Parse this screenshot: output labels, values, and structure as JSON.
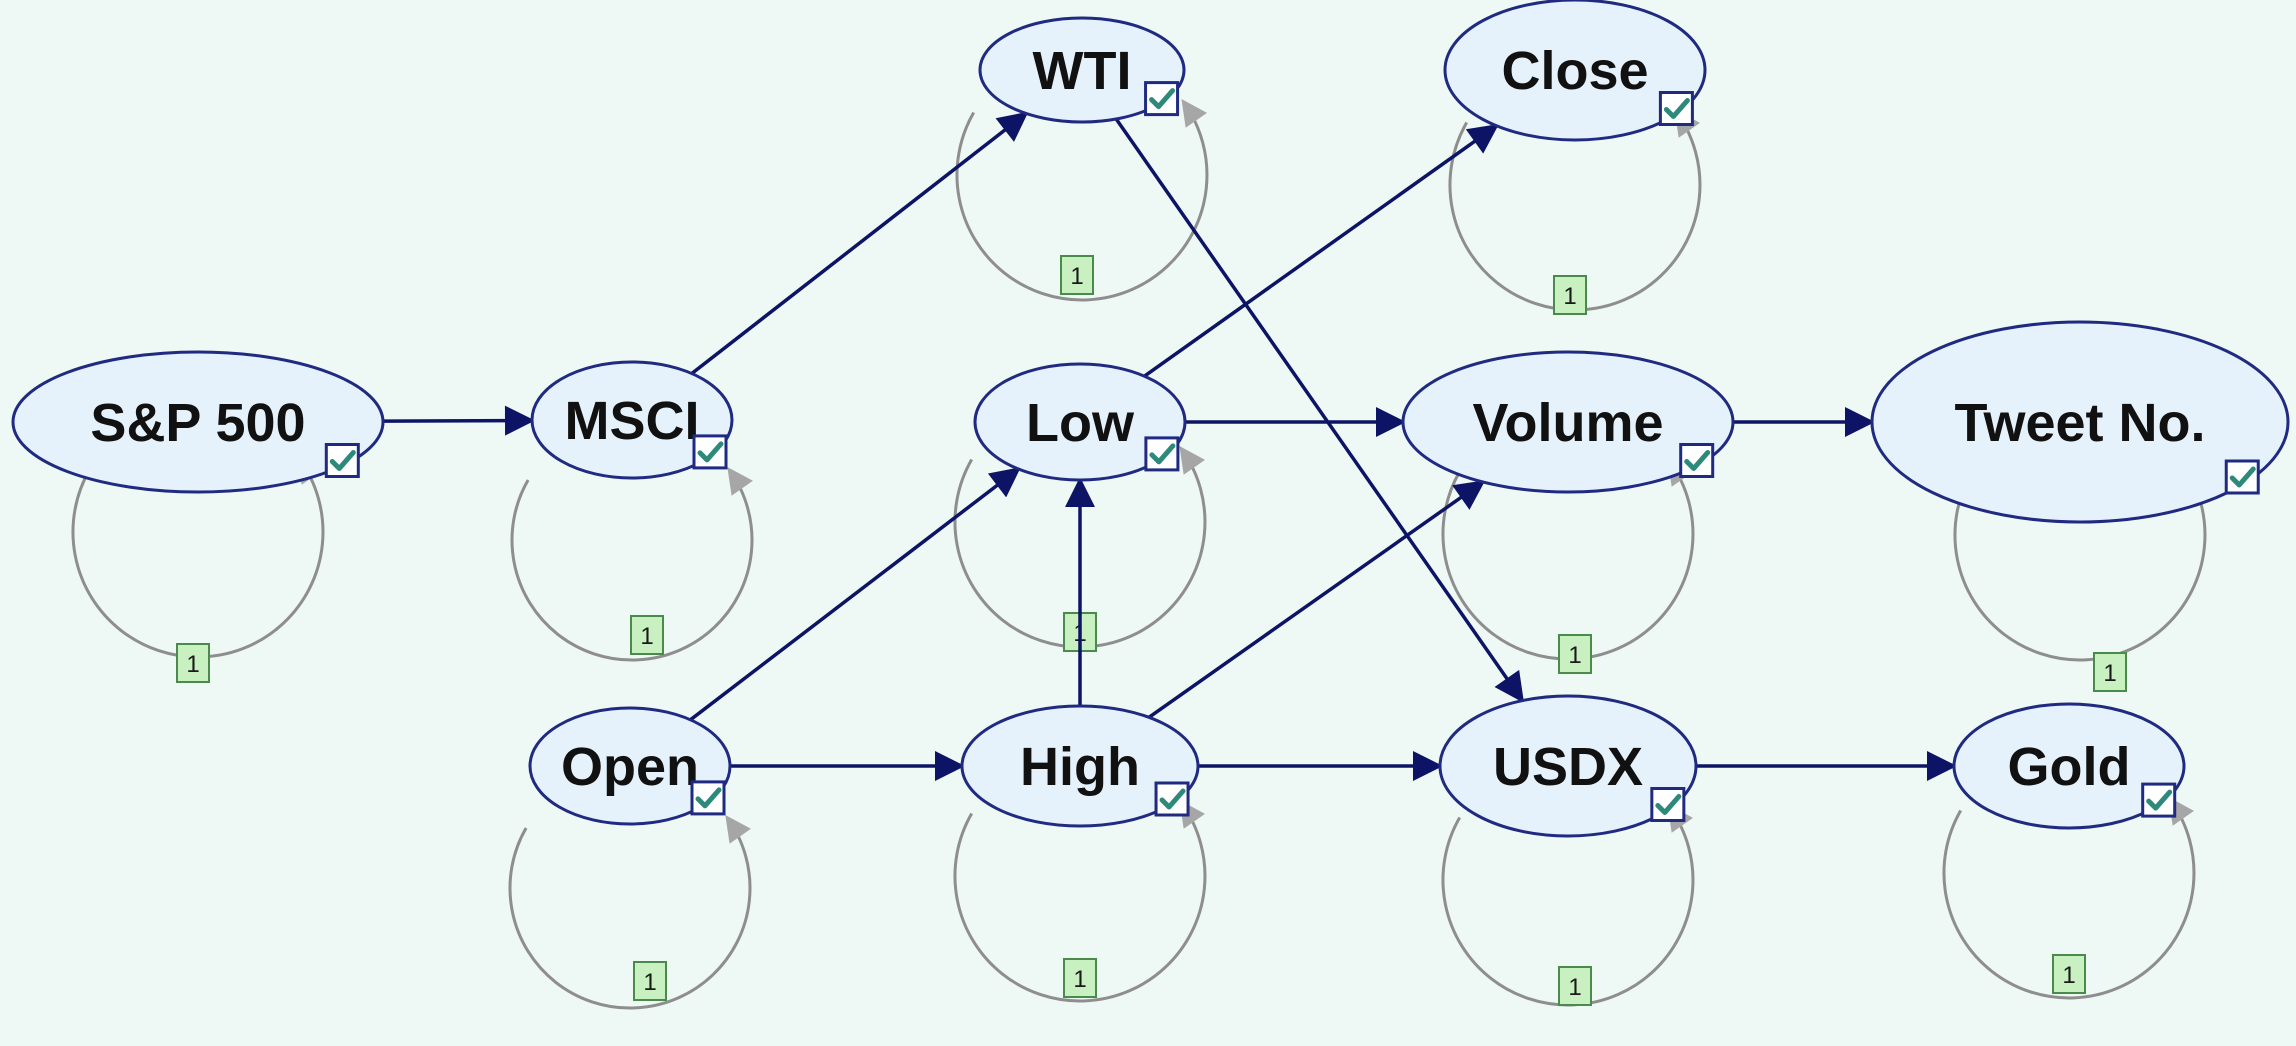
{
  "diagram": {
    "colors": {
      "background": "#eef8f4",
      "node_fill": "#e6f2fb",
      "node_stroke": "#1f2a80",
      "edge": "#0d1466",
      "self_loop": "#8e8e8e",
      "self_loop_arrow": "#a6a6a6",
      "lag_box_fill": "#c8f0c0",
      "lag_box_stroke": "#4a8a4a",
      "check_fill": "#ffffff",
      "check_stroke": "#1f2a80",
      "check_mark": "#2d8a7a"
    },
    "nodes": [
      {
        "id": "sp500",
        "label": "S&P 500",
        "self_loop_lag": "1"
      },
      {
        "id": "msci",
        "label": "MSCI",
        "self_loop_lag": "1"
      },
      {
        "id": "wti",
        "label": "WTI",
        "self_loop_lag": "1"
      },
      {
        "id": "close",
        "label": "Close",
        "self_loop_lag": "1"
      },
      {
        "id": "low",
        "label": "Low",
        "self_loop_lag": "1"
      },
      {
        "id": "volume",
        "label": "Volume",
        "self_loop_lag": "1"
      },
      {
        "id": "tweet",
        "label": "Tweet No.",
        "self_loop_lag": "1"
      },
      {
        "id": "open",
        "label": "Open",
        "self_loop_lag": "1"
      },
      {
        "id": "high",
        "label": "High",
        "self_loop_lag": "1"
      },
      {
        "id": "usdx",
        "label": "USDX",
        "self_loop_lag": "1"
      },
      {
        "id": "gold",
        "label": "Gold",
        "self_loop_lag": "1"
      }
    ],
    "edges": [
      {
        "from": "sp500",
        "to": "msci"
      },
      {
        "from": "msci",
        "to": "wti"
      },
      {
        "from": "wti",
        "to": "usdx"
      },
      {
        "from": "low",
        "to": "close"
      },
      {
        "from": "low",
        "to": "volume"
      },
      {
        "from": "volume",
        "to": "tweet"
      },
      {
        "from": "open",
        "to": "low"
      },
      {
        "from": "open",
        "to": "high"
      },
      {
        "from": "high",
        "to": "low"
      },
      {
        "from": "high",
        "to": "volume"
      },
      {
        "from": "high",
        "to": "usdx"
      },
      {
        "from": "usdx",
        "to": "gold"
      }
    ]
  }
}
